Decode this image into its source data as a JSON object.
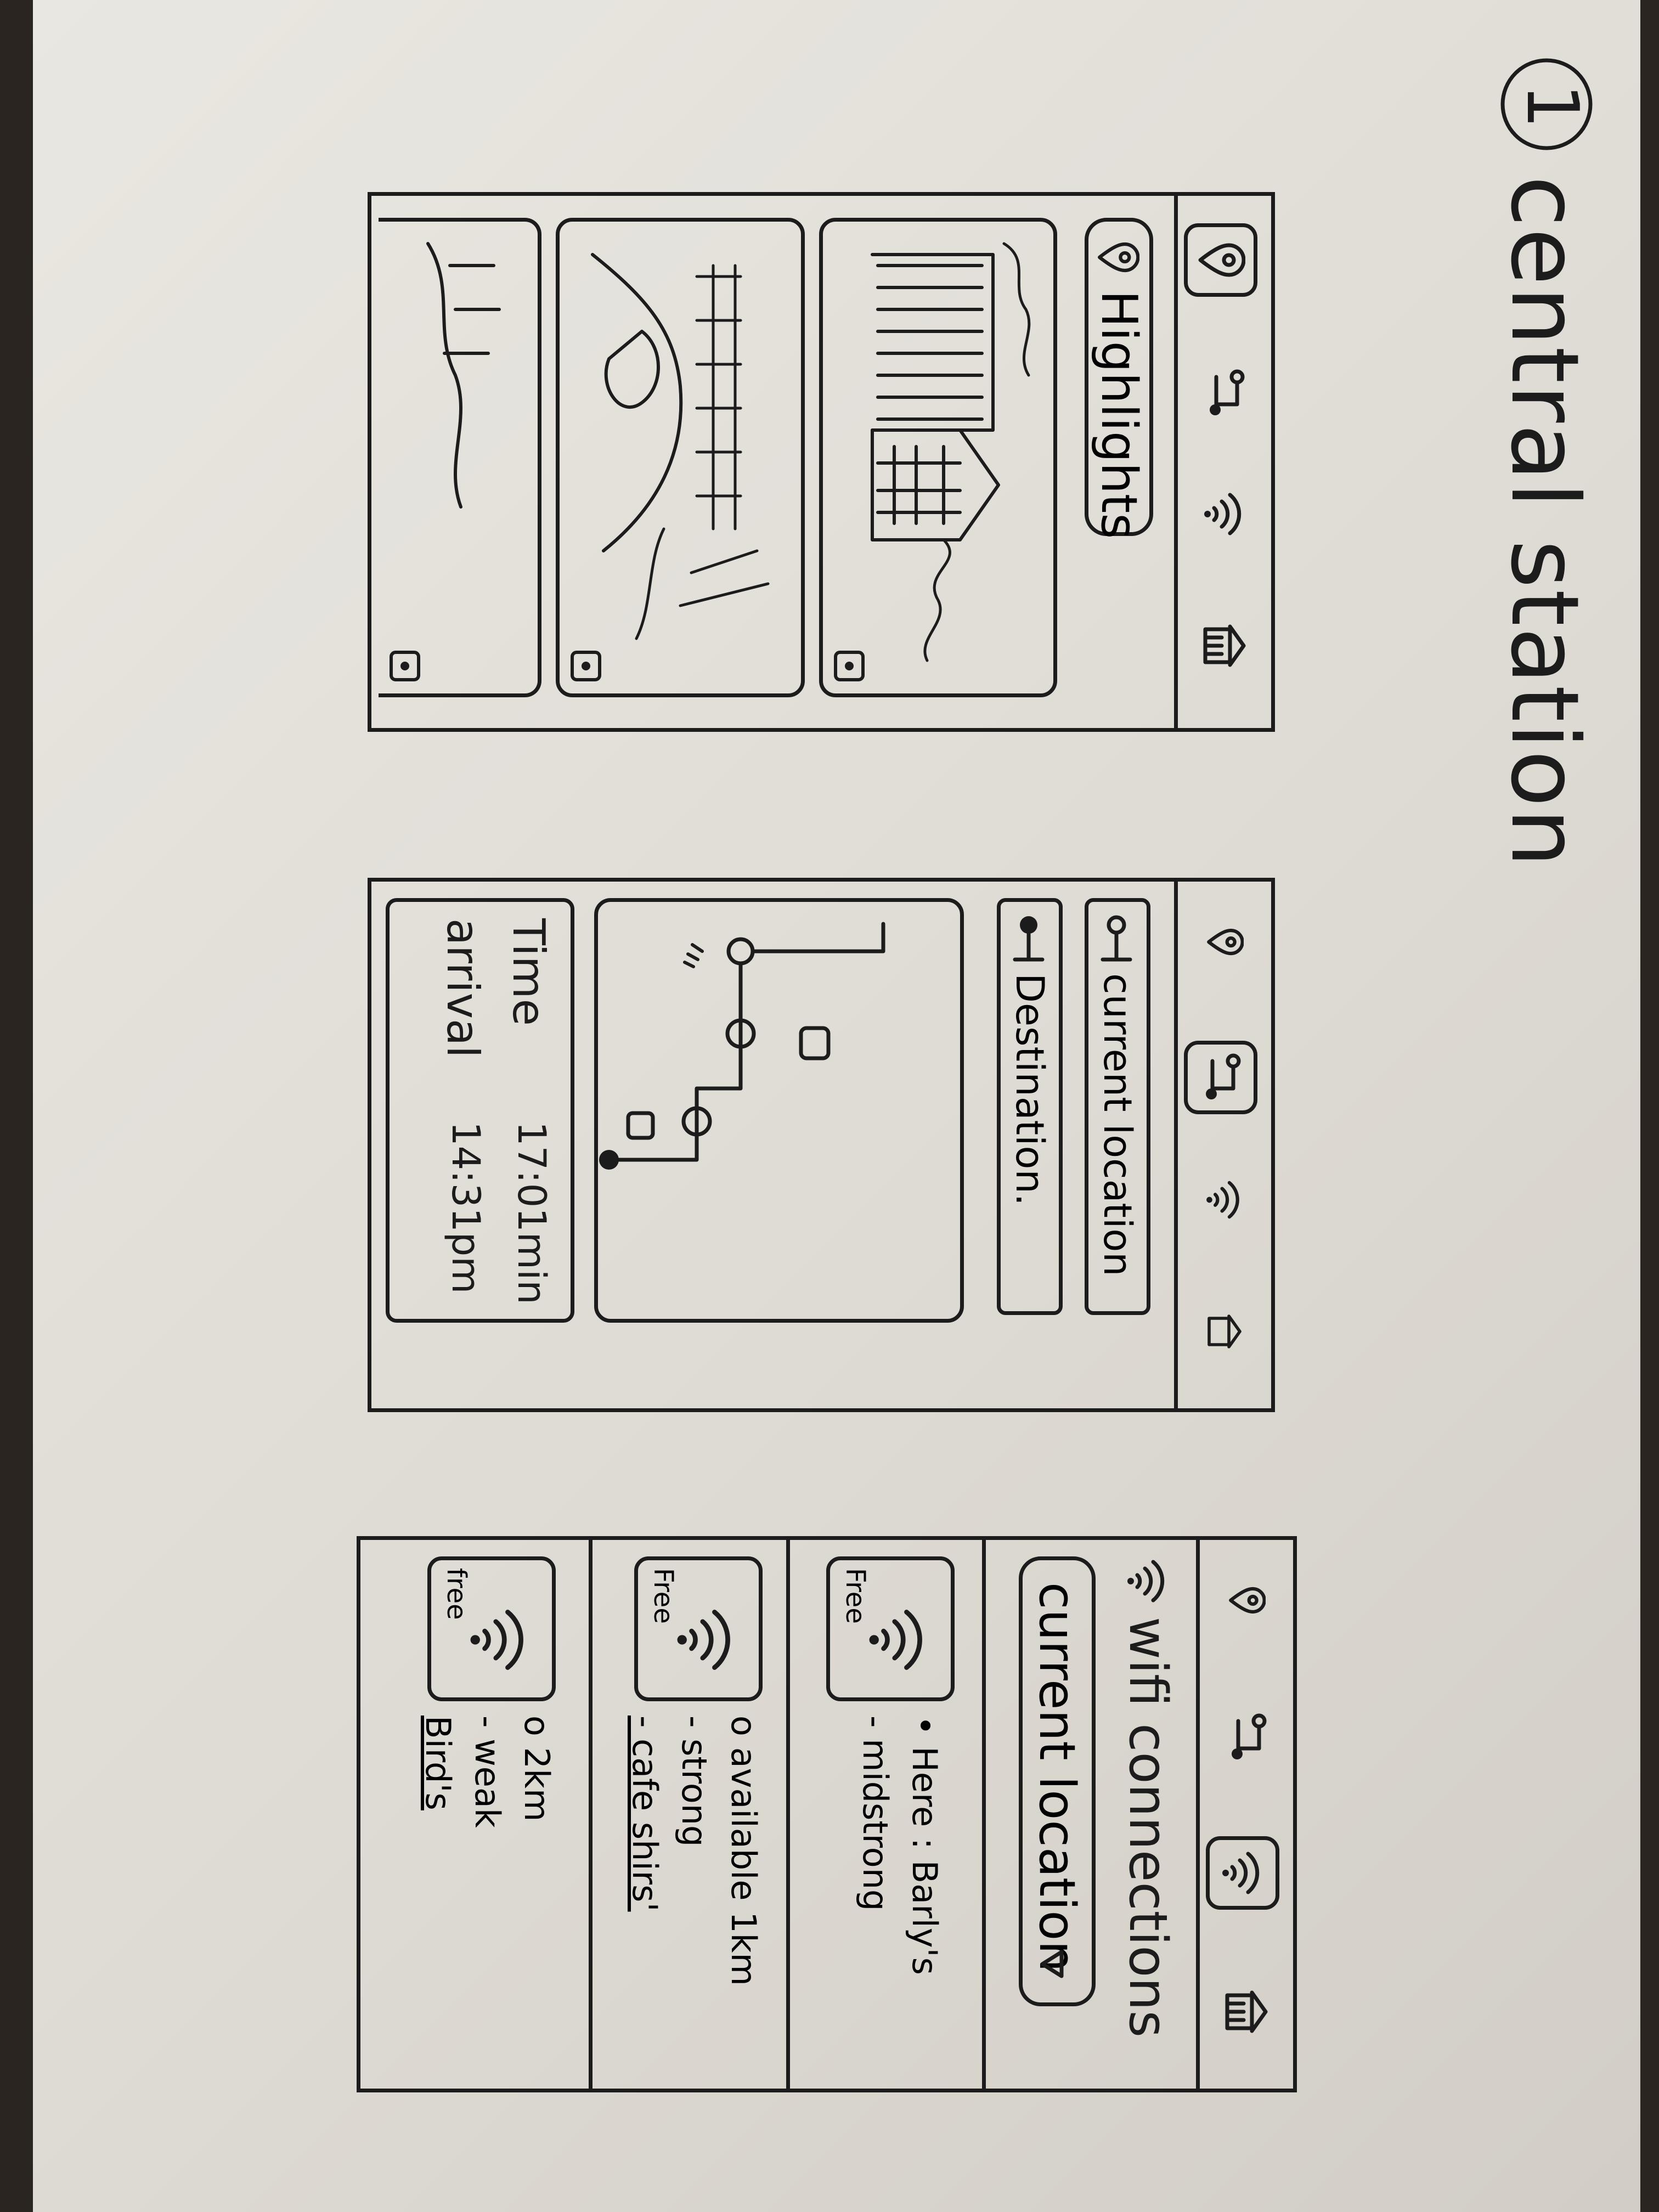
{
  "sheet": {
    "number": "1",
    "title": "central station"
  },
  "tabs": [
    {
      "icon": "location-pin-icon",
      "name": "highlights"
    },
    {
      "icon": "route-icon",
      "name": "route"
    },
    {
      "icon": "wifi-icon",
      "name": "wifi"
    },
    {
      "icon": "shop-icon",
      "name": "shops"
    }
  ],
  "highlights_screen": {
    "header": "Highlights"
  },
  "route_screen": {
    "origin_placeholder": "current location",
    "destination_placeholder": "Destination.",
    "time_label": "Time",
    "time_value": "17:01min",
    "arrival_label": "arrival",
    "arrival_value": "14:31pm"
  },
  "wifi_screen": {
    "header": "wifi connections",
    "location_select": "current location",
    "networks": [
      {
        "badge": "Free",
        "line1": "• Here : Barly's",
        "line2": "- midstrong"
      },
      {
        "badge": "Free",
        "line1": "o available 1km",
        "line2": "- strong",
        "line3": "- cafe shirs'"
      },
      {
        "badge": "free",
        "line1": "o 2km",
        "line2": "- weak",
        "line3": "Bird's"
      }
    ]
  }
}
